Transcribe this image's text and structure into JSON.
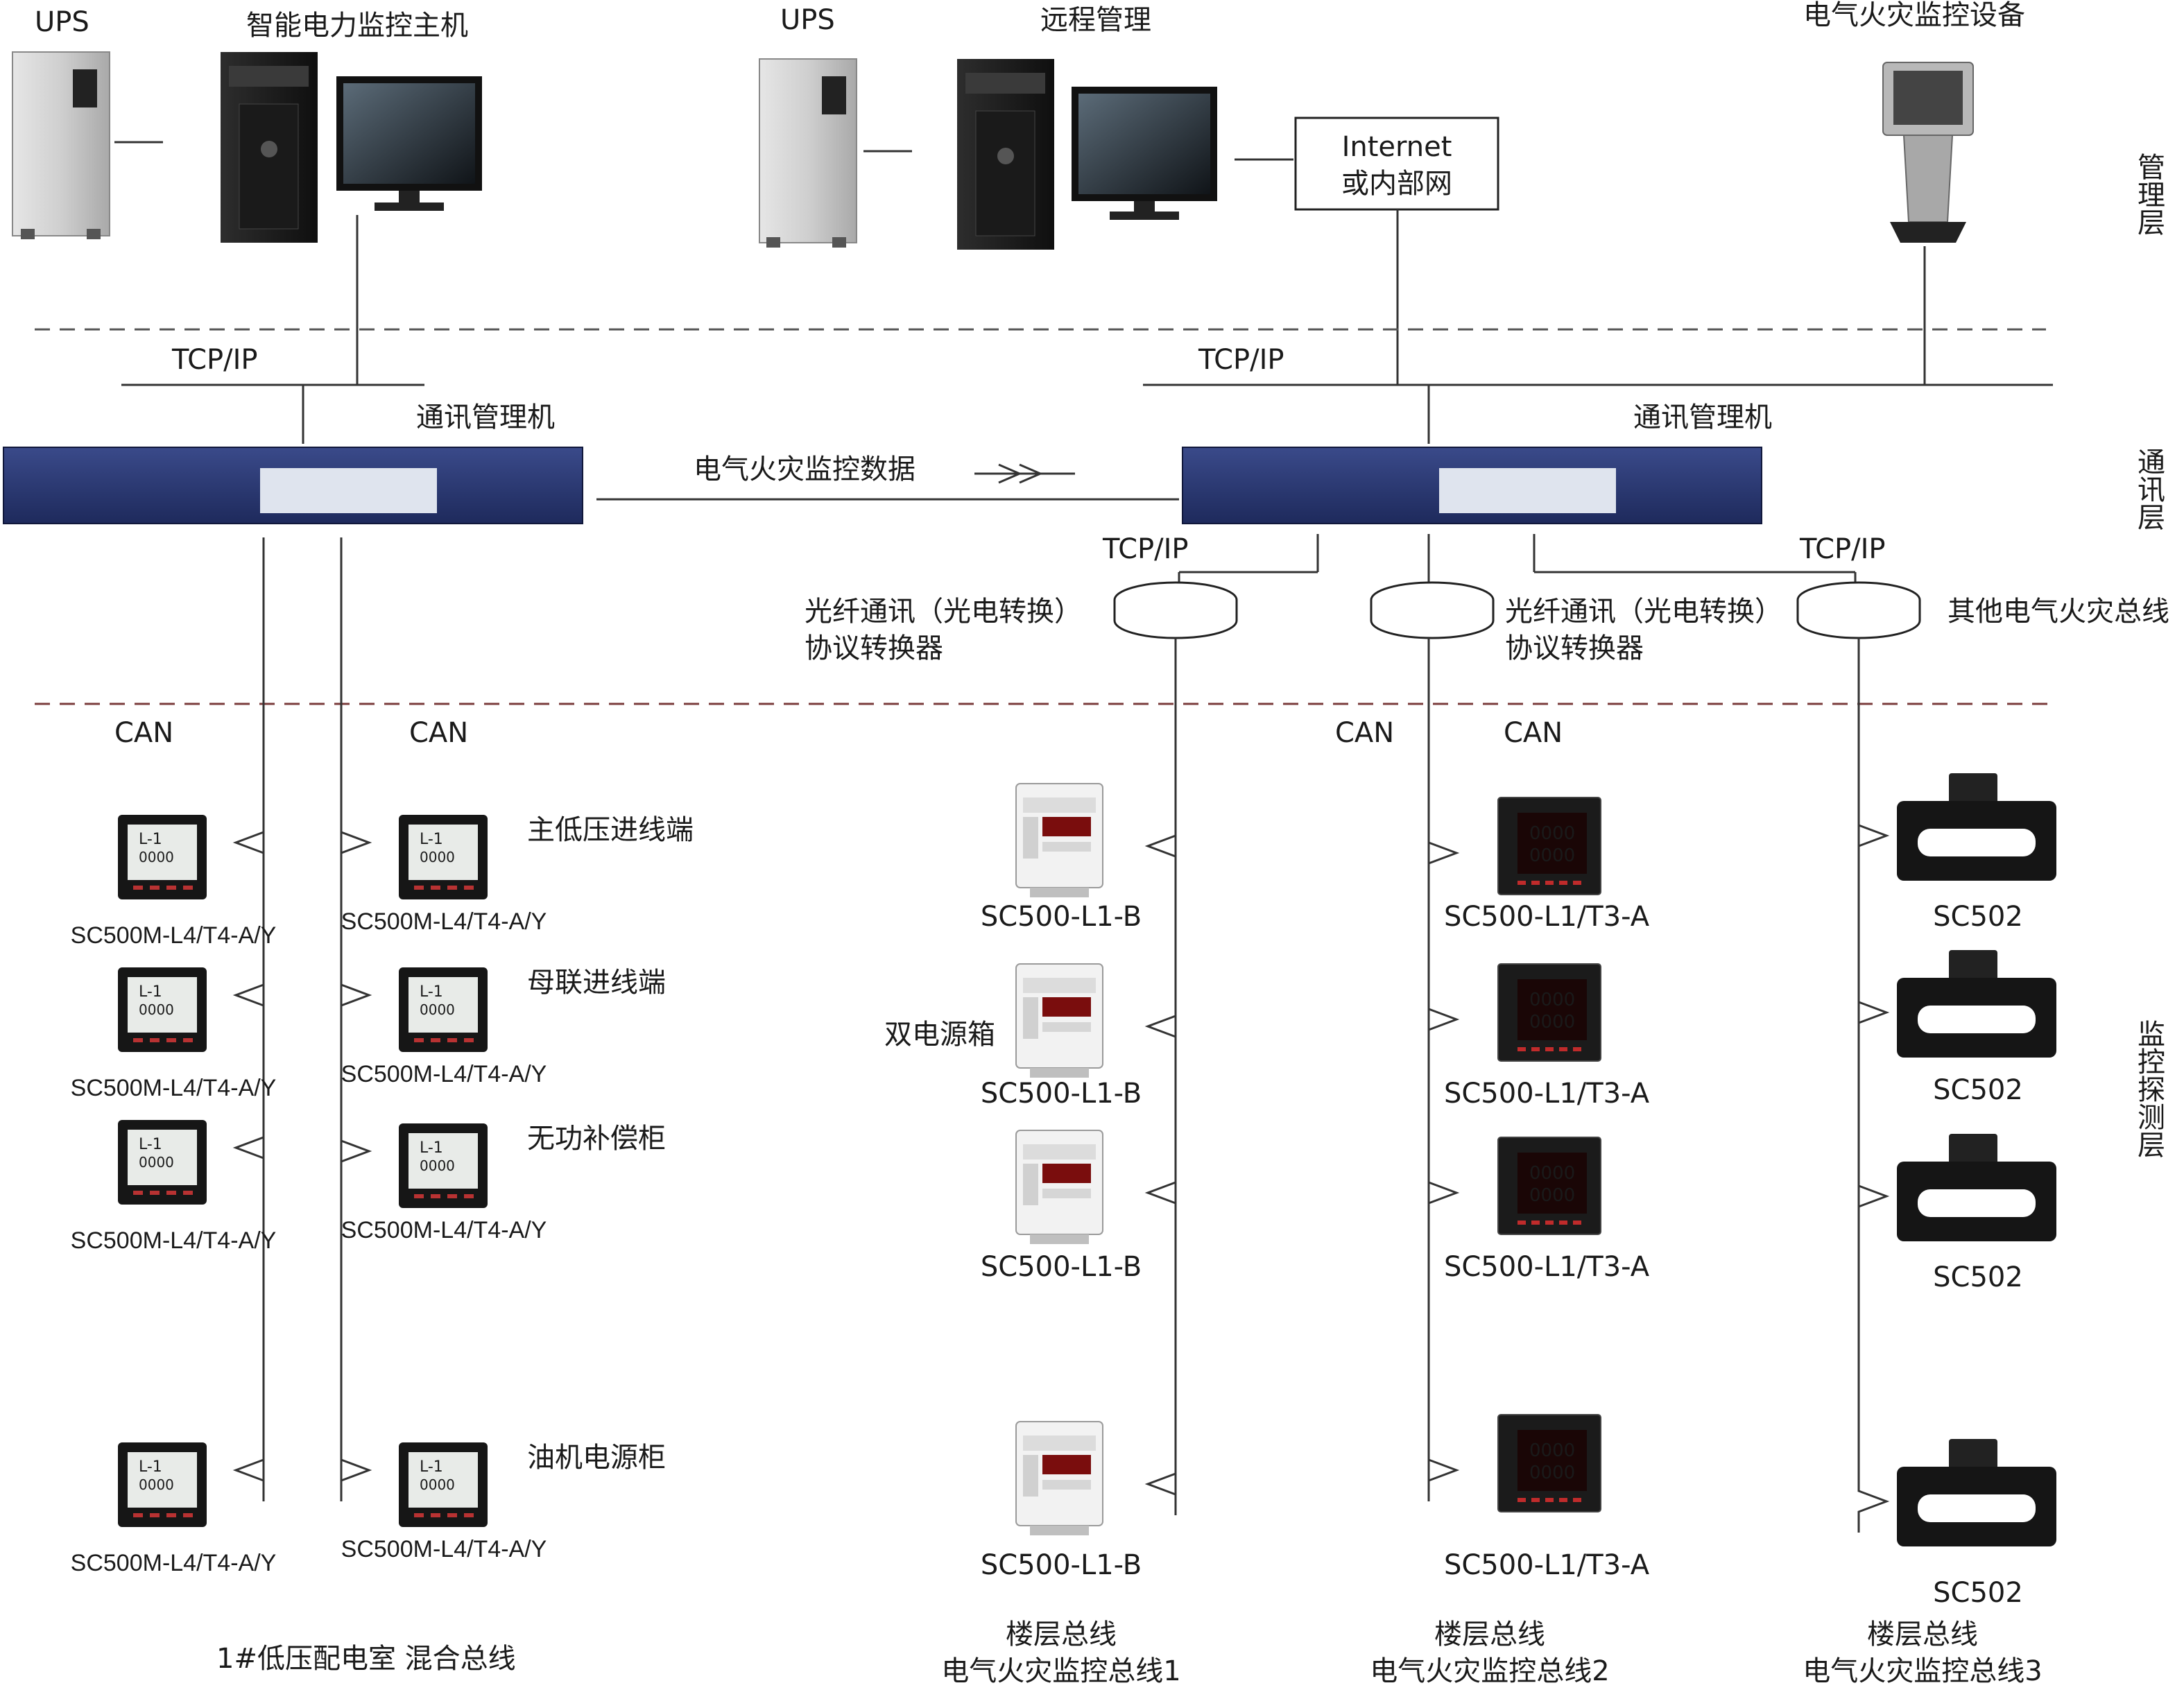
{
  "management": {
    "ups_left": "UPS",
    "host_left": "智能电力监控主机",
    "ups_right": "UPS",
    "remote": "远程管理",
    "internet_line1": "Internet",
    "internet_line2": "或内部网",
    "fire_device": "电气火灾监控设备"
  },
  "layers": {
    "management": "管理层",
    "communication": "通讯层",
    "monitor": "监控探测层"
  },
  "comm": {
    "tcpip_left": "TCP/IP",
    "tcpip_right": "TCP/IP",
    "manager_left": "通讯管理机",
    "manager_right": "通讯管理机",
    "data_link": "电气火灾监控数据",
    "tcpip_conv1": "TCP/IP",
    "tcpip_conv3": "TCP/IP",
    "conv1_line1": "光纤通讯（光电转换）",
    "conv1_line2": "协议转换器",
    "conv2_line1": "光纤通讯（光电转换）",
    "conv2_line2": "协议转换器",
    "other_bus": "其他电气火灾总线"
  },
  "can": {
    "can1": "CAN",
    "can2": "CAN",
    "can3": "CAN",
    "can4": "CAN"
  },
  "left_bus": {
    "col1_models": [
      "SC500M-L4/T4-A/Y",
      "SC500M-L4/T4-A/Y",
      "SC500M-L4/T4-A/Y",
      "SC500M-L4/T4-A/Y"
    ],
    "col2_models": [
      "SC500M-L4/T4-A/Y",
      "SC500M-L4/T4-A/Y",
      "SC500M-L4/T4-A/Y",
      "SC500M-L4/T4-A/Y"
    ],
    "col2_labels": [
      "主低压进线端",
      "母联进线端",
      "无功补偿柜",
      "油机电源柜"
    ],
    "meter_line1": "L-1",
    "meter_digits": "0000",
    "caption": "1#低压配电室 混合总线"
  },
  "bus1": {
    "models": [
      "SC500-L1-B",
      "SC500-L1-B",
      "SC500-L1-B",
      "SC500-L1-B"
    ],
    "side_label": "双电源箱",
    "caption_line1": "楼层总线",
    "caption_line2": "电气火灾监控总线1"
  },
  "bus2": {
    "models": [
      "SC500-L1/T3-A",
      "SC500-L1/T3-A",
      "SC500-L1/T3-A",
      "SC500-L1/T3-A"
    ],
    "caption_line1": "楼层总线",
    "caption_line2": "电气火灾监控总线2"
  },
  "bus3": {
    "models": [
      "SC502",
      "SC502",
      "SC502",
      "SC502"
    ],
    "caption_line1": "楼层总线",
    "caption_line2": "电气火灾监控总线3"
  }
}
